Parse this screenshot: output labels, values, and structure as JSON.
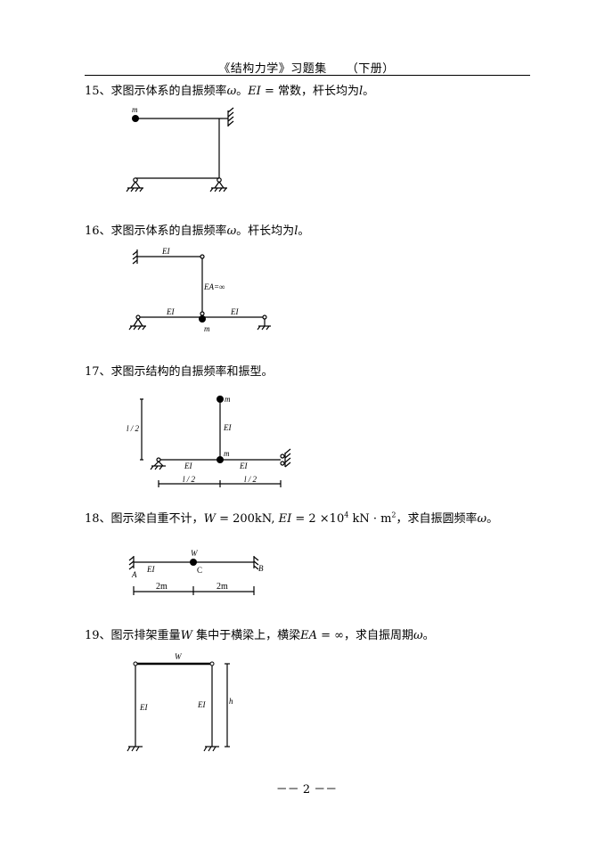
{
  "header": {
    "book_title": "《结构力学》习题集",
    "volume": "（下册）"
  },
  "problems": [
    {
      "number": "15、",
      "text_a": "求图示体系的自振频率",
      "sym_a": "ω",
      "text_b": "。",
      "sym_b": "EI",
      "text_c": " = 常数，杆长均为",
      "sym_c": "l",
      "text_d": "。",
      "figure": {
        "mass_label": "m"
      }
    },
    {
      "number": "16、",
      "text_a": "求图示体系的自振频率",
      "sym_a": "ω",
      "text_b": "。杆长均为",
      "sym_b": "l",
      "text_c": "。",
      "figure": {
        "ei_top": "EI",
        "ea_label": "EA=∞",
        "ei_left": "EI",
        "ei_right": "EI",
        "mass_label": "m"
      }
    },
    {
      "number": "17、",
      "text": "求图示结构的自振频率和振型。",
      "figure": {
        "mass_top": "m",
        "mass_mid": "m",
        "ei_column": "EI",
        "ei_left": "EI",
        "ei_right": "EI",
        "dim_height": "l / 2",
        "dim_left": "l / 2",
        "dim_right": "l / 2"
      }
    },
    {
      "number": "18、",
      "text_a": "图示梁自重不计，",
      "sym_w": "W",
      "text_b": " = 200kN, ",
      "sym_ei": "EI",
      "text_c": " = 2 ×10",
      "exp_a": "4",
      "text_d": " kN · m",
      "exp_b": "2",
      "text_e": "，求自振圆频率",
      "sym_omega": "ω",
      "text_f": "。",
      "figure": {
        "weight_label": "W",
        "ei_label": "EI",
        "point_a": "A",
        "point_c": "C",
        "point_b": "B",
        "dim_left": "2m",
        "dim_right": "2m"
      }
    },
    {
      "number": "19、",
      "text_a": "图示排架重量",
      "sym_w": "W",
      "text_b": " 集中于横梁上，横梁",
      "sym_ea": "EA",
      "text_c": " = ∞，求自振周期",
      "sym_omega": "ω",
      "text_d": "。",
      "figure": {
        "weight_label": "W",
        "ei_left": "EI",
        "ei_right": "EI",
        "height_label": "h"
      }
    }
  ],
  "footer": {
    "page_number": "－－ 2 －－"
  }
}
